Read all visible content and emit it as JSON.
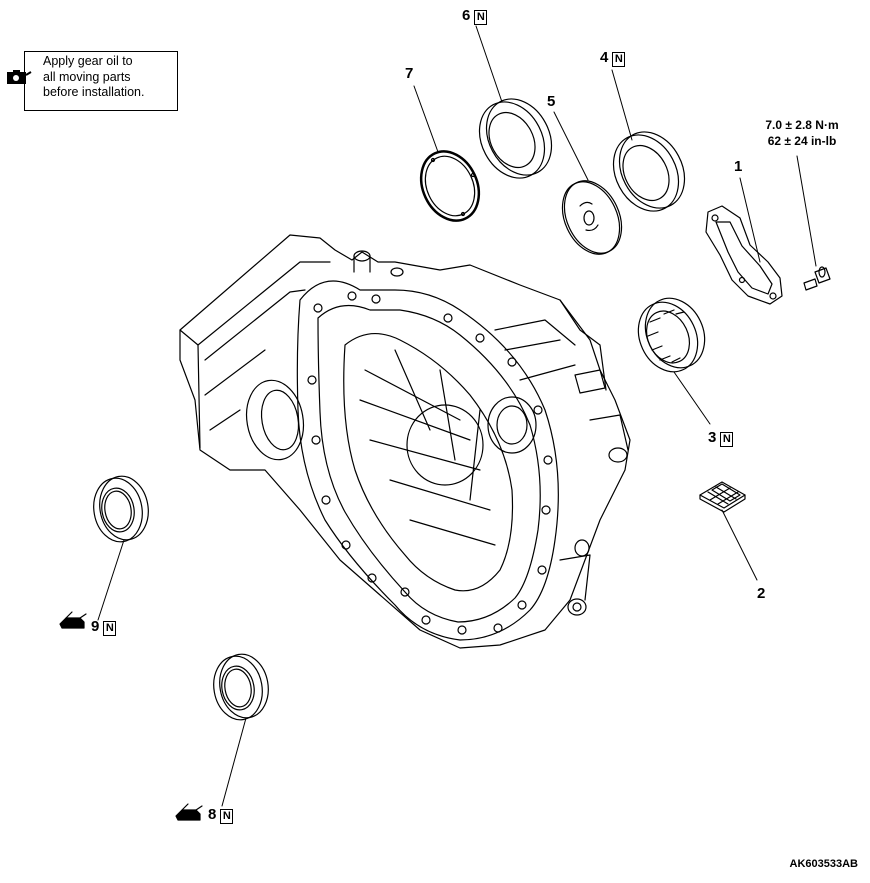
{
  "legend": {
    "line1": "Apply gear oil to",
    "line2": "all moving parts",
    "line3": "before installation.",
    "icon": "gear-oil-can-icon"
  },
  "torque_spec": {
    "metric": "7.0 ± 2.8 N·m",
    "imperial": "62 ± 24 in-lb"
  },
  "callouts": {
    "c1": "1",
    "c2": "2",
    "c3": "3",
    "c4": "4",
    "c5": "5",
    "c6": "6",
    "c7": "7",
    "c8": "8",
    "c9": "9",
    "n_marker": "N"
  },
  "document_code": "AK603533AB",
  "colors": {
    "line": "#000000",
    "background": "#ffffff"
  }
}
